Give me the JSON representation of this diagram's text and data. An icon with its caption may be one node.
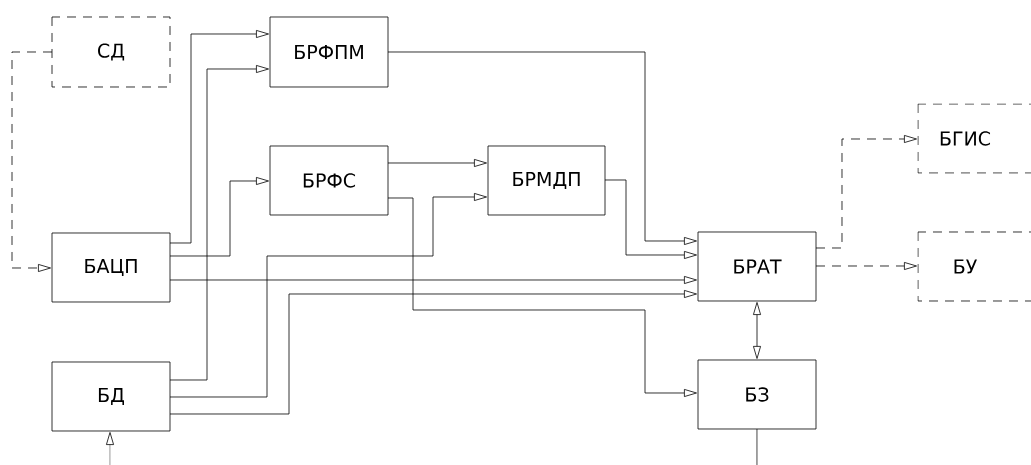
{
  "diagram": {
    "nodes": [
      {
        "text": [
          "СД"
        ]
      },
      {
        "text": [
          "БРФПМ"
        ]
      },
      {
        "text": [
          "БРФС"
        ]
      },
      {
        "text": [
          "БРМДП"
        ]
      },
      {
        "text": [
          "БАЦП"
        ]
      },
      {
        "text": [
          "БРАТ"
        ]
      },
      {
        "text": [
          "БГИС"
        ]
      },
      {
        "text": [
          "БУ"
        ]
      },
      {
        "text": [
          "БД"
        ]
      },
      {
        "text": [
          "БЗ"
        ]
      }
    ],
    "edges": [
      {
        "from": 0,
        "to": 4,
        "arrow": "to",
        "style": "dashed"
      },
      {
        "from": 4,
        "to": 1,
        "arrow": "to"
      },
      {
        "from": 8,
        "to": 1,
        "arrow": "to"
      },
      {
        "from": 4,
        "to": 2,
        "arrow": "to"
      },
      {
        "from": 2,
        "to": 3,
        "arrow": "to"
      },
      {
        "from": 8,
        "to": 3,
        "arrow": "to"
      },
      {
        "from": 2,
        "to": 9,
        "arrow": "to"
      },
      {
        "from": 1,
        "to": 5,
        "arrow": "to"
      },
      {
        "from": 3,
        "to": 5,
        "arrow": "to"
      },
      {
        "from": 4,
        "to": 5,
        "arrow": "to"
      },
      {
        "from": 8,
        "to": 5,
        "arrow": "to"
      },
      {
        "from": 5,
        "to": 9,
        "arrow": "both"
      },
      {
        "from": 5,
        "to": 6,
        "arrow": "to",
        "style": "dashed"
      },
      {
        "from": 5,
        "to": 7,
        "arrow": "to",
        "style": "dashed"
      },
      {
        "from": null,
        "to": 8,
        "arrow": "to"
      },
      {
        "from": 9,
        "to": null,
        "arrow": "none"
      }
    ]
  }
}
